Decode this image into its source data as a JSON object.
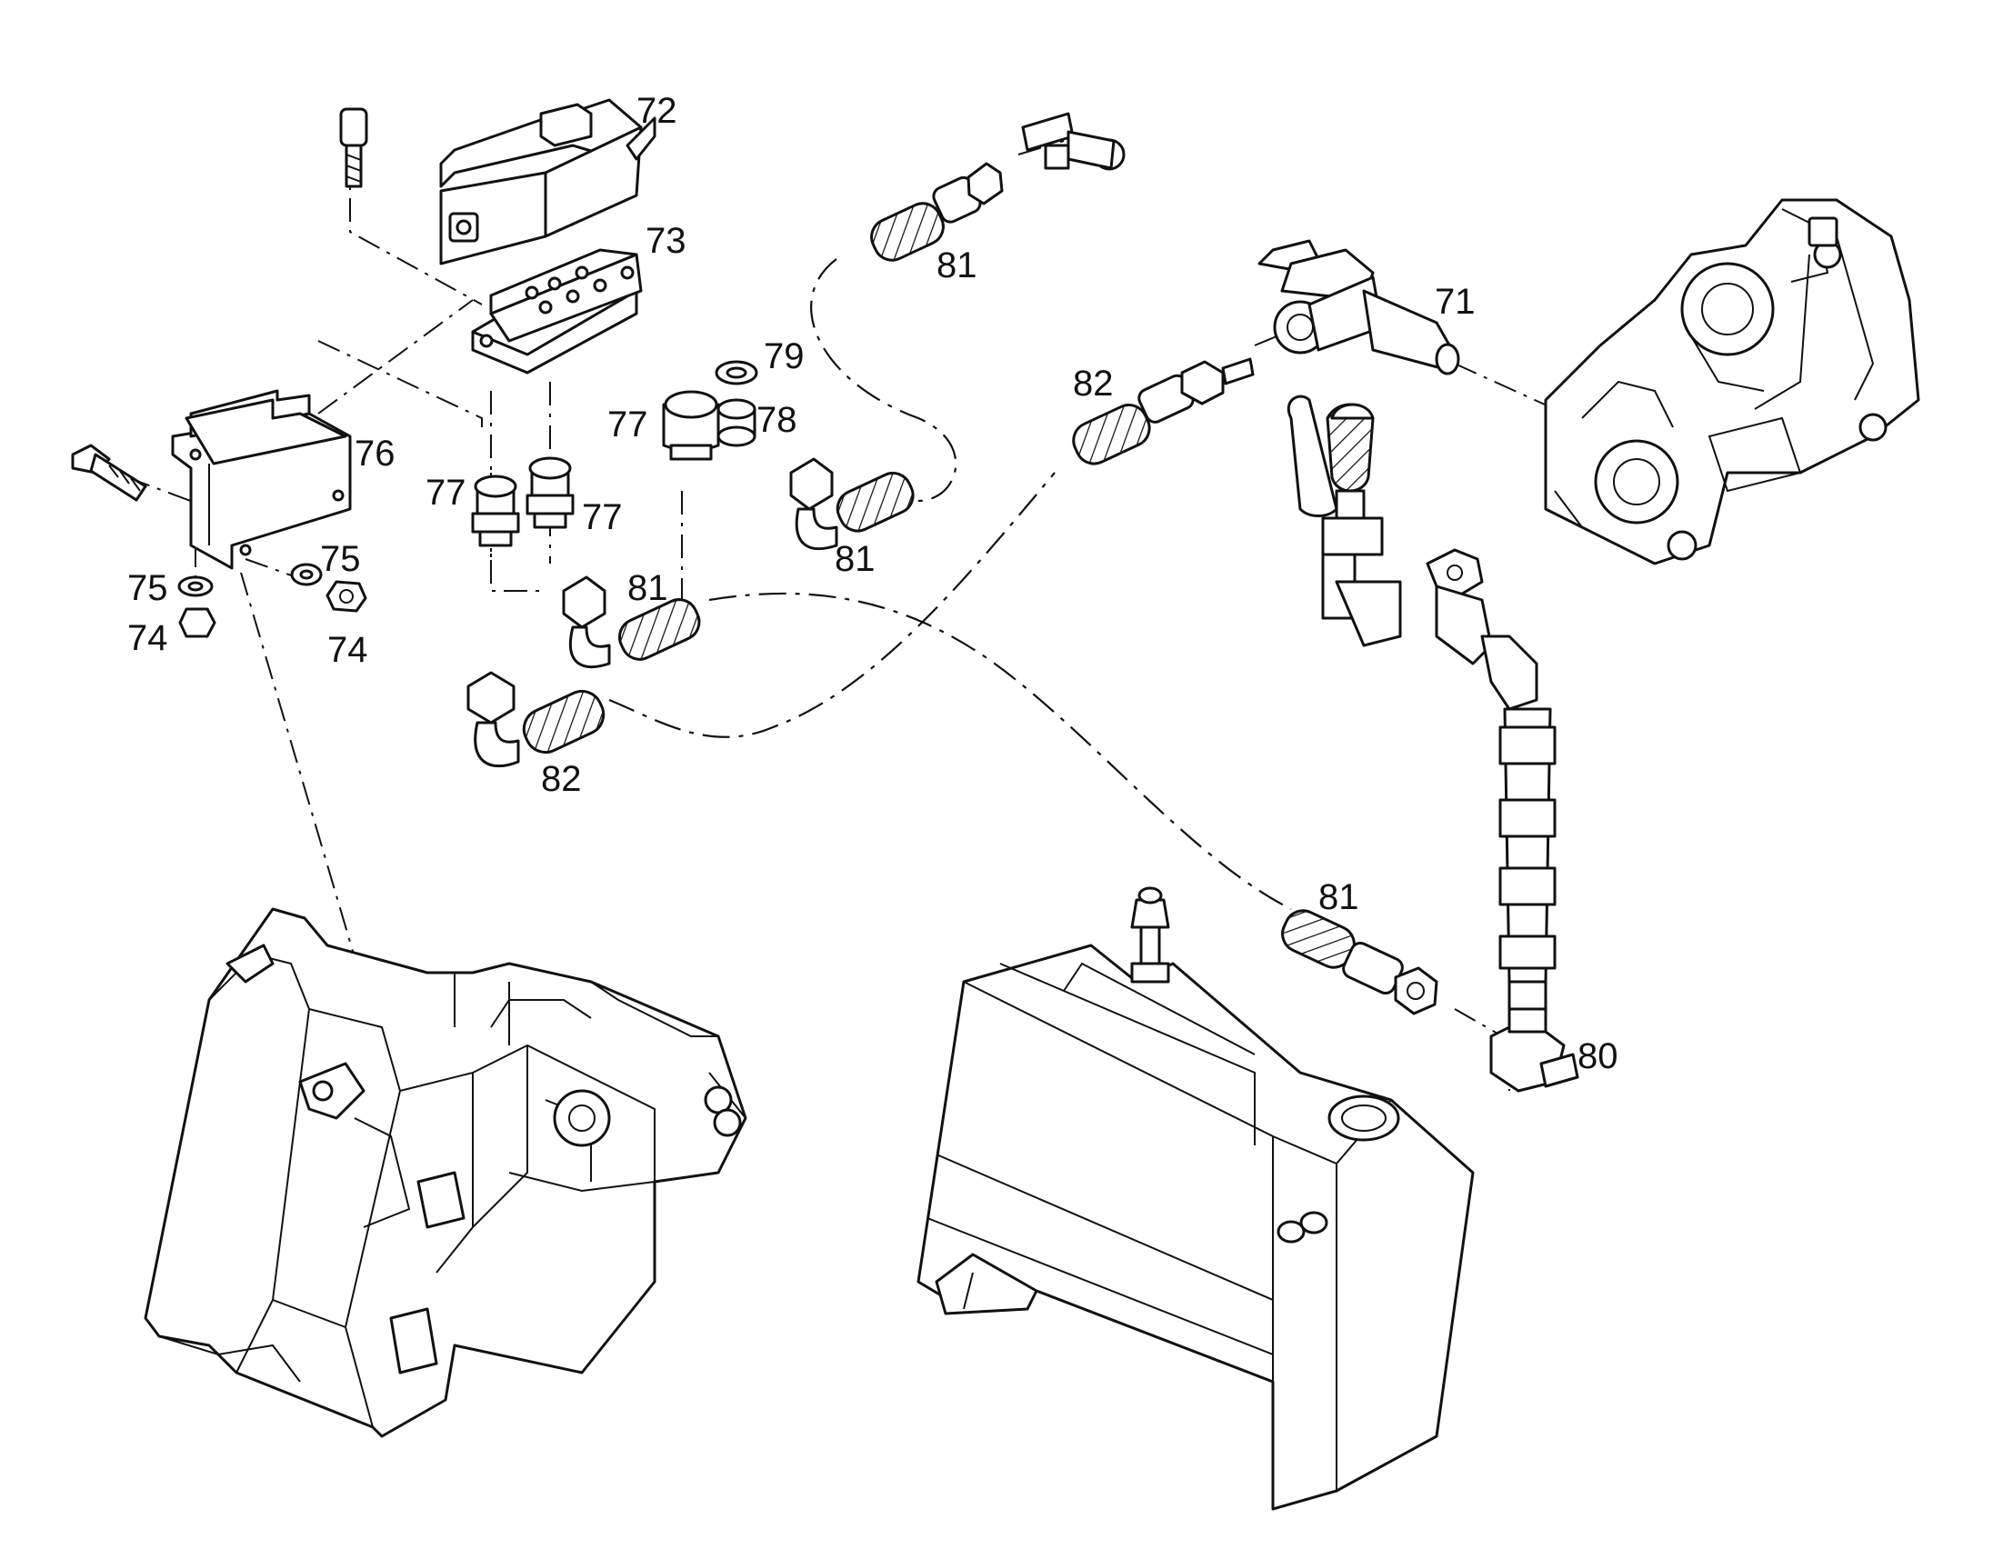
{
  "callouts": {
    "c71": "71",
    "c72": "72",
    "c73": "73",
    "c74a": "74",
    "c74b": "74",
    "c75a": "75",
    "c75b": "75",
    "c76": "76",
    "c77a": "77",
    "c77b": "77",
    "c77c": "77",
    "c78": "78",
    "c79": "79",
    "c80": "80",
    "c81a": "81",
    "c81b": "81",
    "c81c": "81",
    "c81d": "81",
    "c82a": "82",
    "c82b": "82"
  },
  "colors": {
    "ink": "#111111",
    "paper": "#ffffff"
  }
}
